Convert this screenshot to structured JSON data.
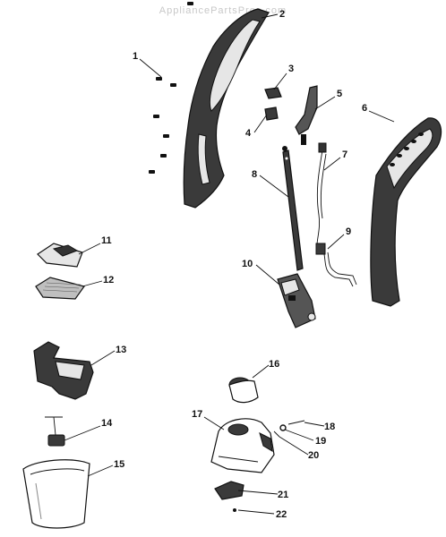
{
  "watermark": "AppliancePartsPros.com",
  "callouts": [
    "1",
    "2",
    "3",
    "4",
    "5",
    "6",
    "7",
    "8",
    "9",
    "10",
    "11",
    "12",
    "13",
    "14",
    "15",
    "16",
    "17",
    "18",
    "19",
    "20",
    "21",
    "22"
  ],
  "colors": {
    "ink": "#111111",
    "shade": "#3a3a3a",
    "light": "#e6e6e6",
    "mid": "#8a8a8a"
  }
}
